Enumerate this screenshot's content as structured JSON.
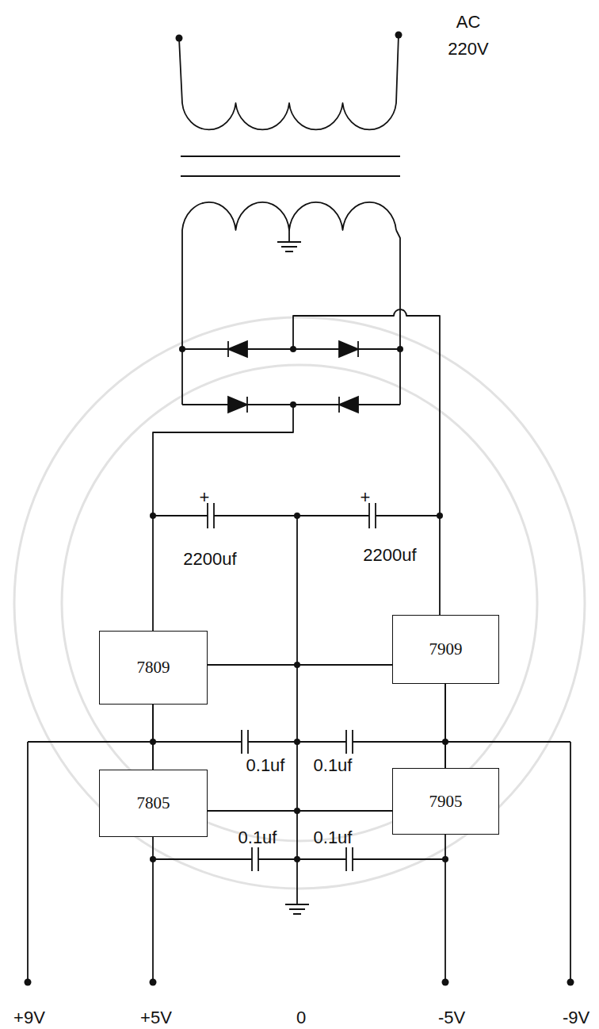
{
  "diagram": {
    "nodes": [
      {
        "text": [
          "7809"
        ]
      },
      {
        "text": [
          "7909"
        ]
      },
      {
        "text": [
          "7805"
        ]
      },
      {
        "text": [
          "7905"
        ]
      }
    ],
    "edges": [
      {
        "from": 0,
        "to": 2,
        "arrow": "none"
      },
      {
        "from": 1,
        "to": 3,
        "arrow": "none"
      },
      {
        "from": 0,
        "to": 1,
        "arrow": "none"
      },
      {
        "from": 2,
        "to": 3,
        "arrow": "none"
      }
    ],
    "labels": [
      "AC",
      "220V",
      "+",
      "+",
      "2200uf",
      "2200uf",
      "0.1uf",
      "0.1uf",
      "0.1uf",
      "0.1uf",
      "+9V",
      "+5V",
      "0",
      "-5V",
      "-9V"
    ]
  }
}
